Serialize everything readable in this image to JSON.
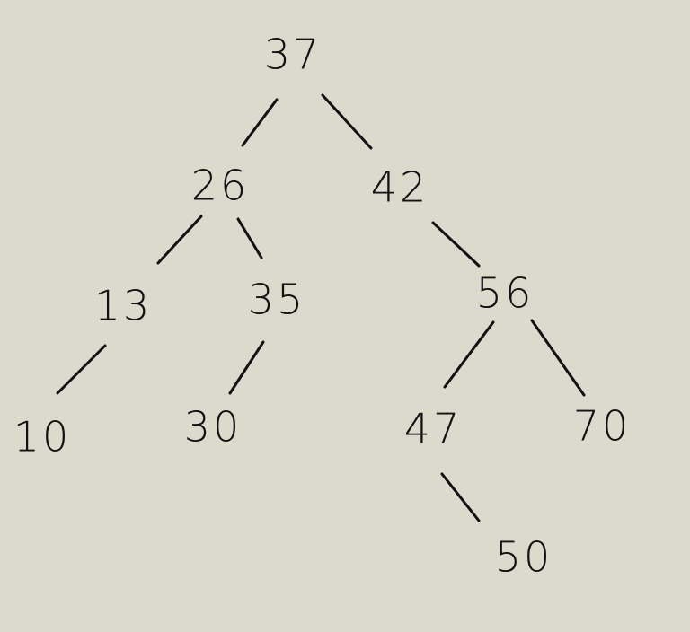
{
  "colors": {
    "background": "#dcd9cd",
    "ink": "#111111"
  },
  "tree": {
    "nodes": [
      {
        "id": "n37",
        "label": "37"
      },
      {
        "id": "n26",
        "label": "26"
      },
      {
        "id": "n42",
        "label": "42"
      },
      {
        "id": "n13",
        "label": "13"
      },
      {
        "id": "n35",
        "label": "35"
      },
      {
        "id": "n56",
        "label": "56"
      },
      {
        "id": "n10",
        "label": "10"
      },
      {
        "id": "n30",
        "label": "30"
      },
      {
        "id": "n47",
        "label": "47"
      },
      {
        "id": "n70",
        "label": "70"
      },
      {
        "id": "n50",
        "label": "50"
      }
    ],
    "edges": [
      {
        "from": "n37",
        "to": "n26"
      },
      {
        "from": "n37",
        "to": "n42"
      },
      {
        "from": "n26",
        "to": "n13"
      },
      {
        "from": "n26",
        "to": "n35"
      },
      {
        "from": "n42",
        "to": "n56"
      },
      {
        "from": "n13",
        "to": "n10"
      },
      {
        "from": "n35",
        "to": "n30"
      },
      {
        "from": "n56",
        "to": "n47"
      },
      {
        "from": "n56",
        "to": "n70"
      },
      {
        "from": "n47",
        "to": "n50"
      }
    ]
  }
}
